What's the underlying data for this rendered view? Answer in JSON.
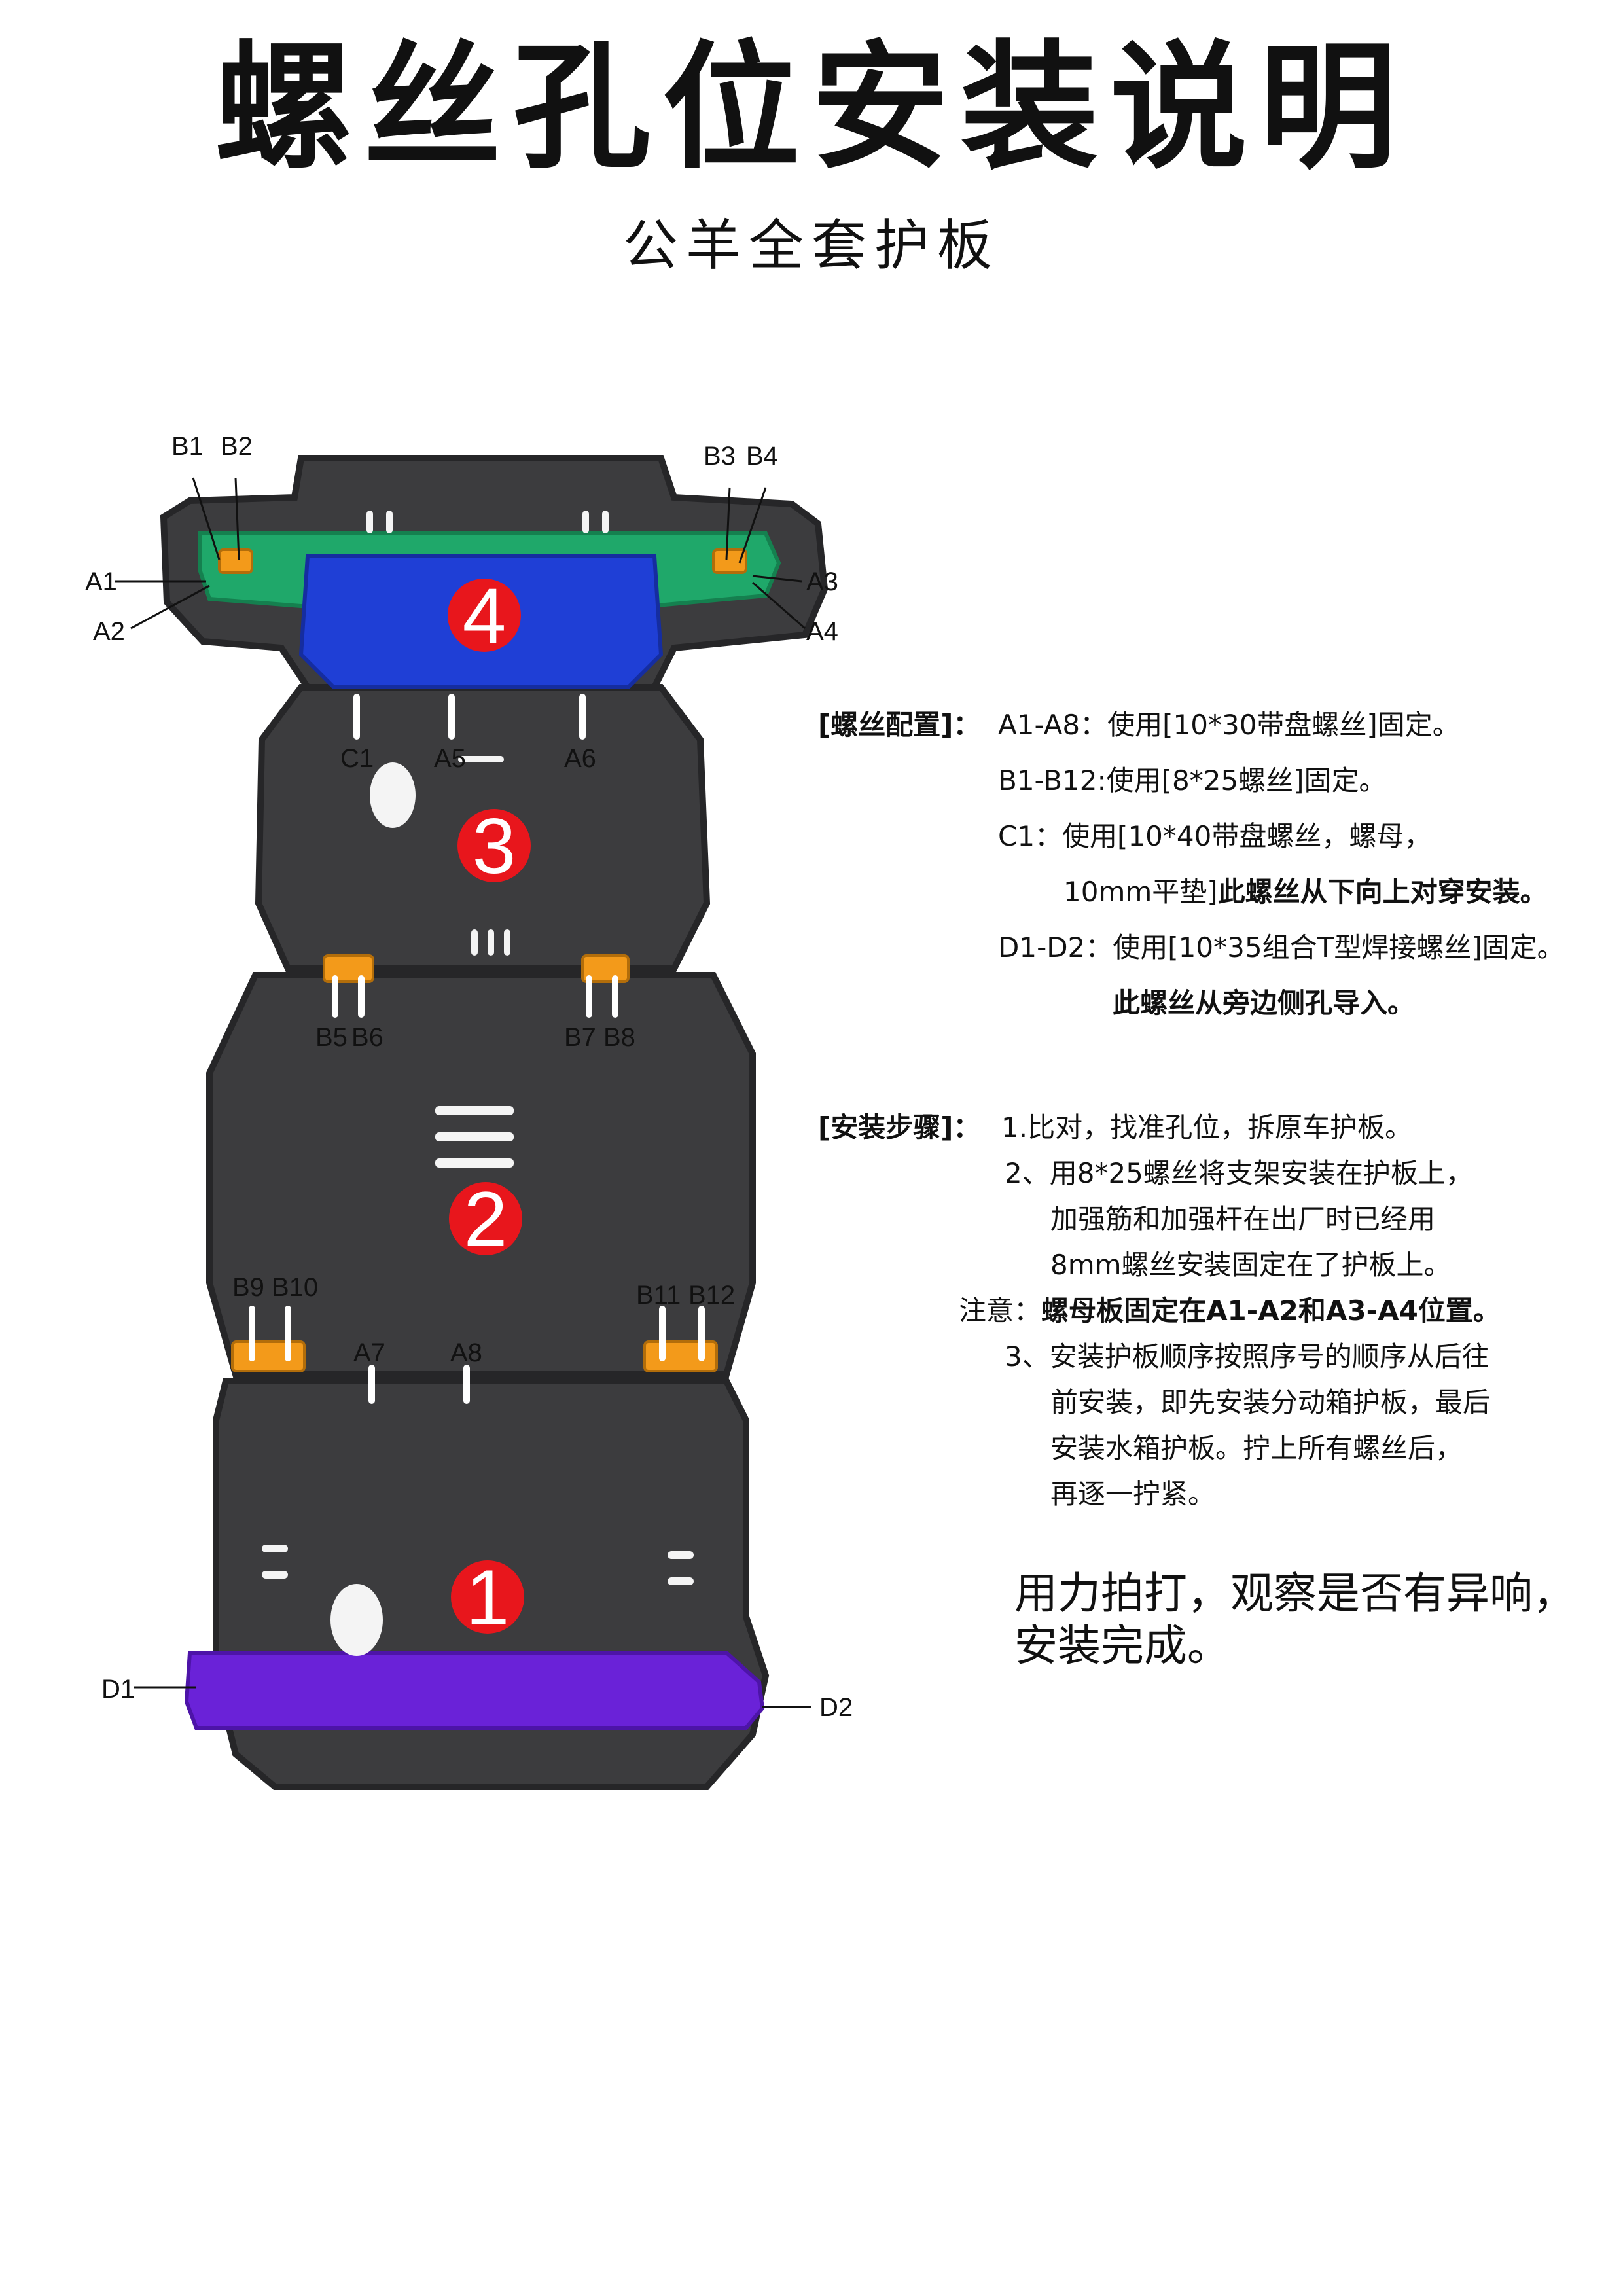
{
  "title": "螺丝孔位安装说明",
  "subtitle": "公羊全套护板",
  "diagram": {
    "labels": {
      "B1": "B1",
      "B2": "B2",
      "B3": "B3",
      "B4": "B4",
      "A1": "A1",
      "A2": "A2",
      "A3": "A3",
      "A4": "A4",
      "C1": "C1",
      "A5": "A5",
      "A6": "A6",
      "B5": "B5",
      "B6": "B6",
      "B7": "B7",
      "B8": "B8",
      "B9": "B9",
      "B10": "B10",
      "B11": "B11",
      "B12": "B12",
      "A7": "A7",
      "A8": "A8",
      "D1": "D1",
      "D2": "D2"
    },
    "plate_numbers": [
      "1",
      "2",
      "3",
      "4"
    ],
    "colors": {
      "plate": "#3c3c3e",
      "plate_edge": "#262628",
      "green_plate": "#1fa86a",
      "blue_plate": "#1f3fd6",
      "purple_plate": "#6a22d8",
      "bracket": "#f39a1a",
      "number_badge": "#e8161c"
    }
  },
  "screw_config": {
    "heading": "[螺丝配置]：",
    "line1": "A1-A8：使用[10*30带盘螺丝]固定。",
    "line2": "B1-B12:使用[8*25螺丝]固定。",
    "line3": "C1：使用[10*40带盘螺丝，螺母，",
    "line4_normal": "10mm平垫]",
    "line4_bold": "此螺丝从下向上对穿安装。",
    "line5": "D1-D2：使用[10*35组合T型焊接螺丝]固定。",
    "line6_bold": "此螺丝从旁边侧孔导入。"
  },
  "install_steps": {
    "heading": "[安装步骤]：",
    "step1": "1.比对，找准孔位，拆原车护板。",
    "step2a": "2、用8*25螺丝将支架安装在护板上，",
    "step2b": "加强筋和加强杆在出厂时已经用",
    "step2c": "8mm螺丝安装固定在了护板上。",
    "note_label": "注意：",
    "note_bold": "螺母板固定在A1-A2和A3-A4位置。",
    "step3a": "3、安装护板顺序按照序号的顺序从后往",
    "step3b": "前安装，即先安装分动箱护板，最后",
    "step3c": "安装水箱护板。拧上所有螺丝后，",
    "step3d": "再逐一拧紧。"
  },
  "final_note": {
    "line1": "用力拍打，观察是否有异响，",
    "line2": "安装完成。"
  }
}
